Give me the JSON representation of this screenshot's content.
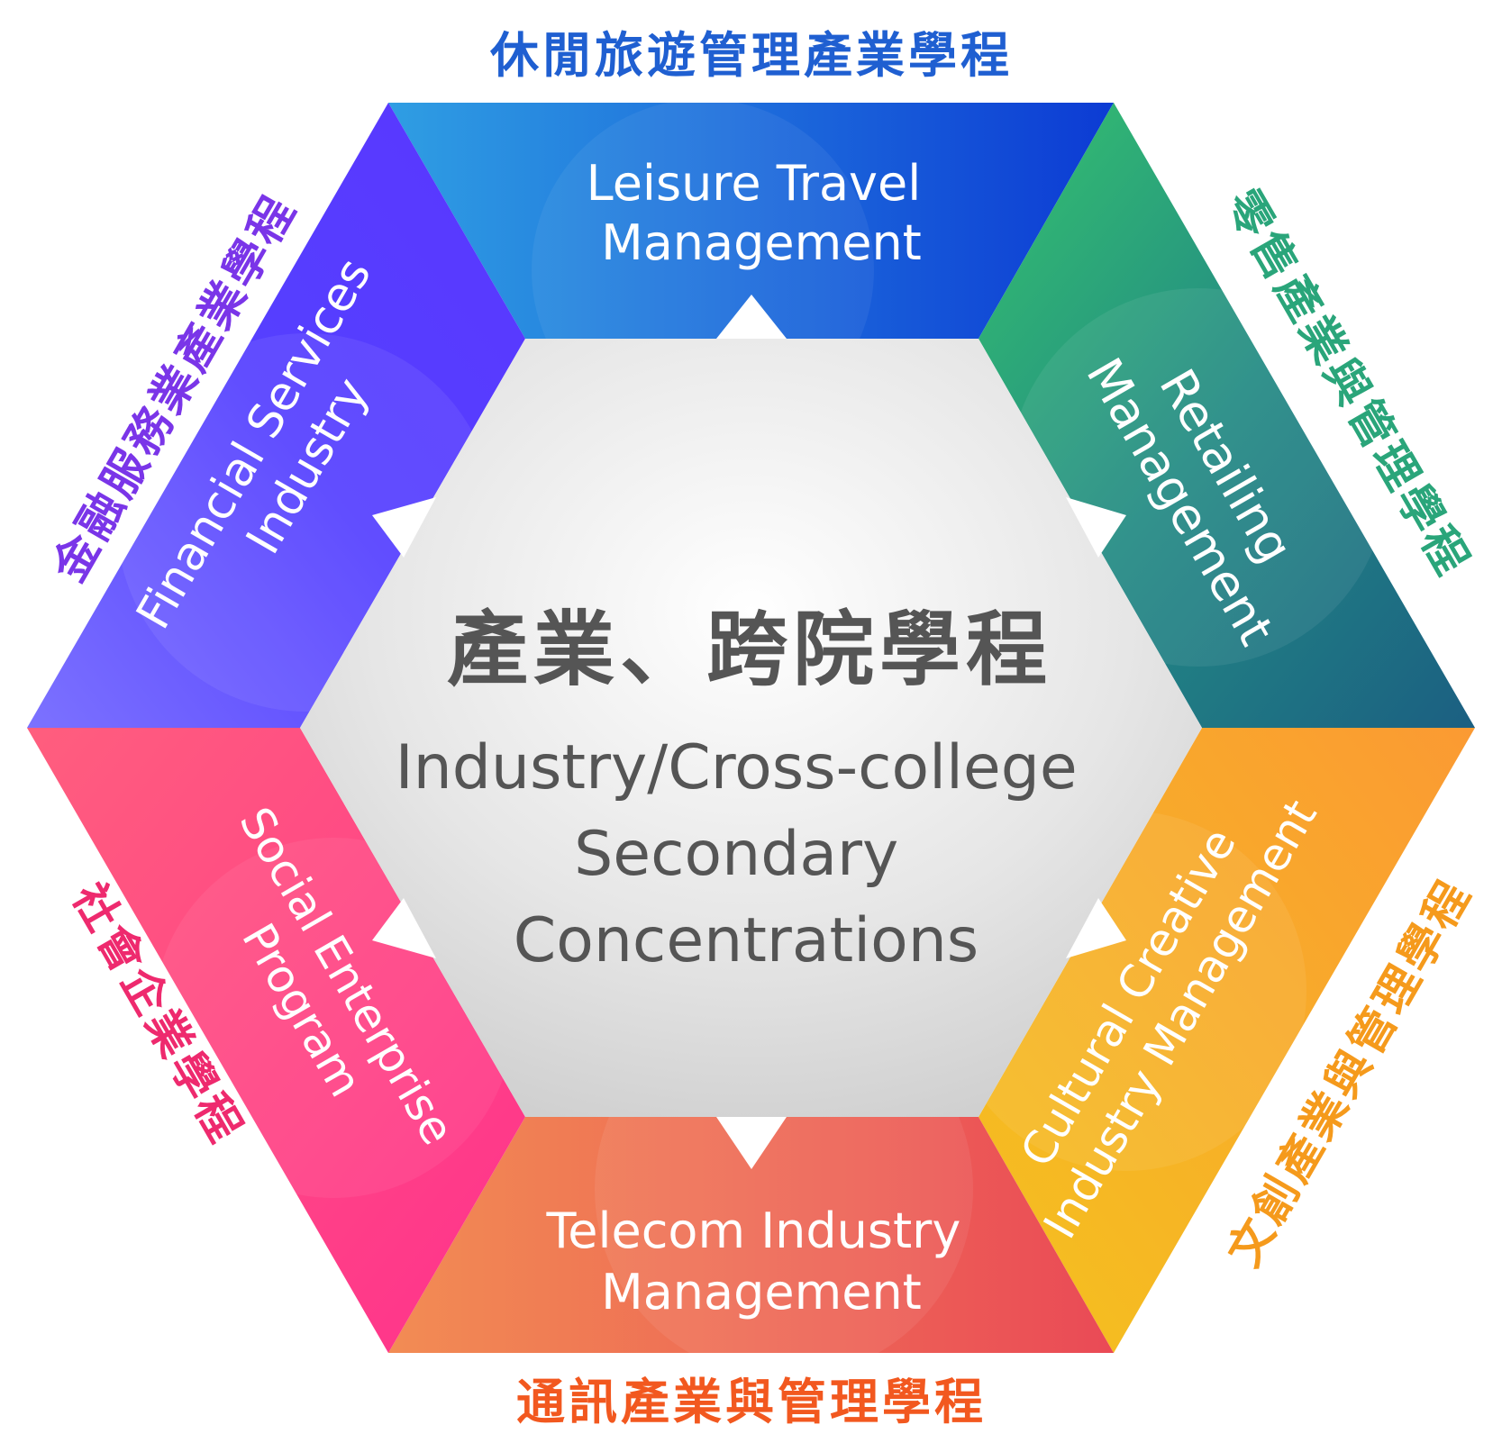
{
  "center": {
    "title_zh": "產業、跨院學程",
    "title_en_lines": [
      "Industry/Cross-college",
      "Secondary",
      "Concentrations"
    ],
    "color": "#555555"
  },
  "programs": {
    "leisure": {
      "zh": "休閒旅遊管理產業學程",
      "en_lines": [
        "Leisure Travel",
        "Management"
      ],
      "color": "#1f5fd1"
    },
    "retailing": {
      "zh": "零售產業與管理學程",
      "en_lines": [
        "Retailing",
        "Management"
      ],
      "color": "#2aa57a"
    },
    "cultural": {
      "zh": "文創產業與管理學程",
      "en_lines": [
        "Cultural Creative",
        "Industry Management"
      ],
      "color": "#f59a1c"
    },
    "telecom": {
      "zh": "通訊產業與管理學程",
      "en_lines": [
        "Telecom  Industry",
        "Management"
      ],
      "color": "#f2581f"
    },
    "social": {
      "zh": "社會企業學程",
      "en_lines": [
        "Social Enterprise",
        "Program"
      ],
      "color": "#ee2a6e"
    },
    "financial": {
      "zh": "金融服務業產業學程",
      "en_lines": [
        "Financial Services",
        "Industry"
      ],
      "color": "#7a35e8"
    }
  }
}
